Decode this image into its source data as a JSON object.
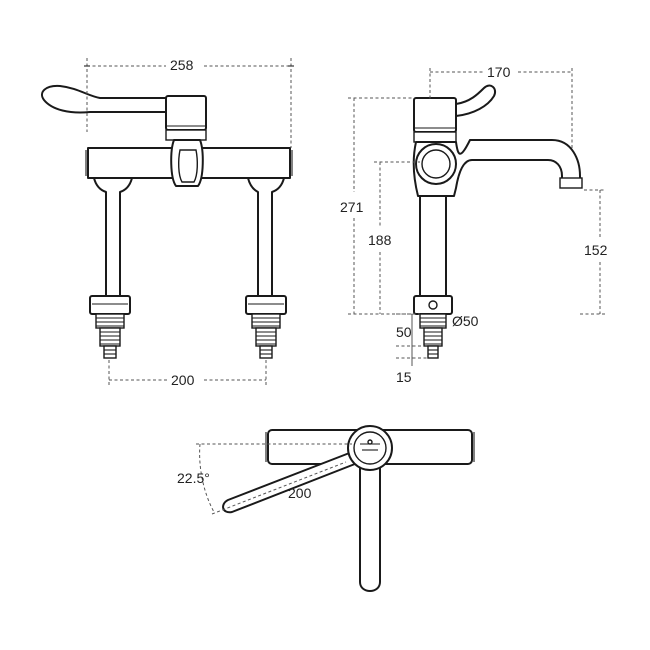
{
  "front_view": {
    "overall_width": "258",
    "leg_centres": "200"
  },
  "side_view": {
    "spout_reach": "170",
    "total_height": "271",
    "body_height": "188",
    "spout_outlet_height": "152",
    "base_height": "50",
    "base_diameter": "Ø50",
    "thread_length": "15"
  },
  "plan_view": {
    "lever_angle": "22.5°",
    "lever_length": "200"
  }
}
